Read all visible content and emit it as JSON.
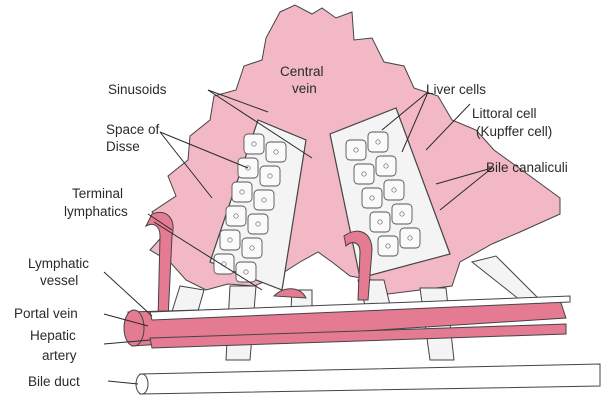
{
  "colors": {
    "vein_pink": "#f2b8c6",
    "vessel_red": "#e57a93",
    "cell_fill": "#f4f4f4",
    "line": "#444444",
    "background": "#ffffff"
  },
  "labels": {
    "central_vein_1": "Central",
    "central_vein_2": "vein",
    "sinusoids": "Sinusoids",
    "space_of_disse_1": "Space of",
    "space_of_disse_2": "Disse",
    "terminal_lymphatics_1": "Terminal",
    "terminal_lymphatics_2": "lymphatics",
    "lymphatic_vessel_1": "Lymphatic",
    "lymphatic_vessel_2": "vessel",
    "portal_vein": "Portal vein",
    "hepatic_artery_1": "Hepatic",
    "hepatic_artery_2": "artery",
    "bile_duct": "Bile duct",
    "liver_cells": "Liver cells",
    "littoral_cell_1": "Littoral cell",
    "littoral_cell_2": "(Kupffer cell)",
    "bile_canaliculi": "Bile canaliculi"
  }
}
